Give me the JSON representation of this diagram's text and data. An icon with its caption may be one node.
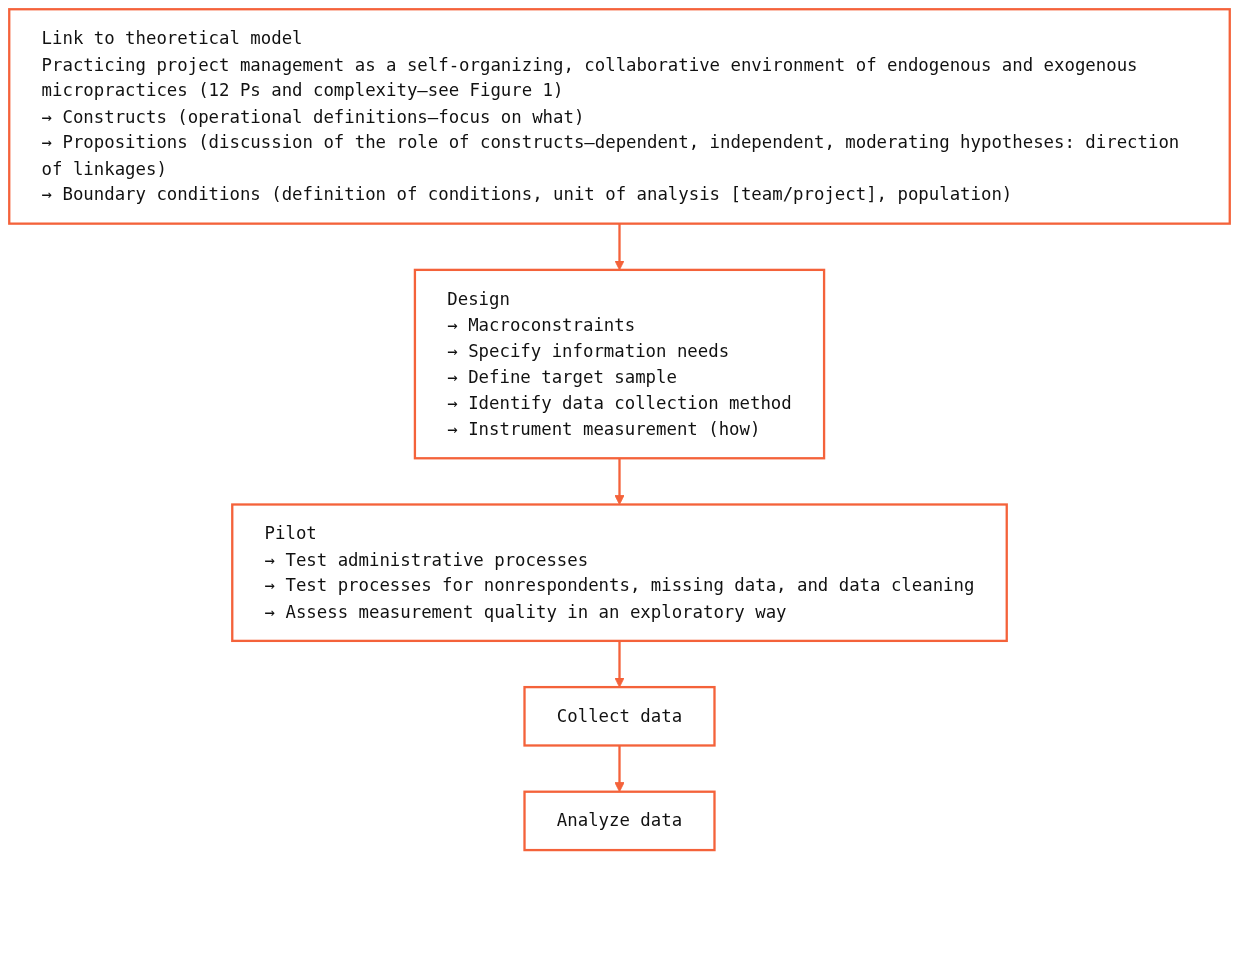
{
  "diagram": {
    "nodes": [
      {
        "text": [
          "Link to theoretical model",
          "Practicing project management as a self-organizing, collaborative environment of endogenous and exogenous micropractices (12 Ps and complexity—see Figure 1)",
          "→ Constructs (operational definitions—focus on what)",
          "→ Propositions (discussion of the role of constructs—dependent, independent, moderating hypotheses: direction of linkages)",
          "→ Boundary conditions (definition of conditions, unit of analysis [team/project], population)"
        ]
      },
      {
        "text": [
          "Design",
          "→ Macroconstraints",
          "→ Specify information needs",
          "→ Define target sample",
          "→ Identify data collection method",
          "→ Instrument measurement (how)"
        ]
      },
      {
        "text": [
          "Pilot",
          "→ Test administrative processes",
          "→ Test processes for nonrespondents, missing data, and data cleaning",
          "→ Assess measurement quality in an exploratory way"
        ]
      },
      {
        "text": [
          "Collect data"
        ]
      },
      {
        "text": [
          "Analyze data"
        ]
      }
    ],
    "edges": [
      {
        "from": 0,
        "to": 1,
        "arrow": "to"
      },
      {
        "from": 1,
        "to": 2,
        "arrow": "to"
      },
      {
        "from": 2,
        "to": 3,
        "arrow": "to"
      },
      {
        "from": 3,
        "to": 4,
        "arrow": "to"
      }
    ]
  }
}
